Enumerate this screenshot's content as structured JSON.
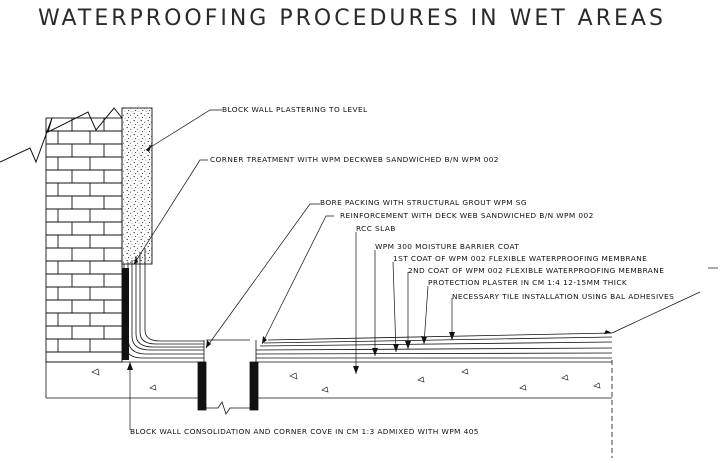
{
  "title": "WATERPROOFING PROCEDURES IN WET AREAS",
  "labels": {
    "block_wall": "BLOCK WALL PLASTERING TO LEVEL",
    "corner": "CORNER TREATMENT WITH WPM DECKWEB SANDWICHED B/N WPM 002",
    "bore": "BORE PACKING WITH STRUCTURAL GROUT WPM SG",
    "reinforcement": "REINFORCEMENT WITH DECK WEB SANDWICHED B/N WPM 002",
    "rcc": "RCC SLAB",
    "moisture": "WPM 300 MOISTURE BARRIER COAT",
    "coat1": "1ST COAT OF  WPM 002 FLEXIBLE WATERPROOFING MEMBRANE",
    "coat2": "2ND COAT OF  WPM 002 FLEXIBLE WATERPROOFING MEMBRANE",
    "plaster": "PROTECTION PLASTER IN CM 1:4 12-15MM THICK",
    "tile": "NECESSARY TILE INSTALLATION USING BAL ADHESIVES",
    "consolidation": "BLOCK WALL CONSOLIDATION AND CORNER COVE IN CM 1:3 ADMIXED WITH WPM 405"
  }
}
